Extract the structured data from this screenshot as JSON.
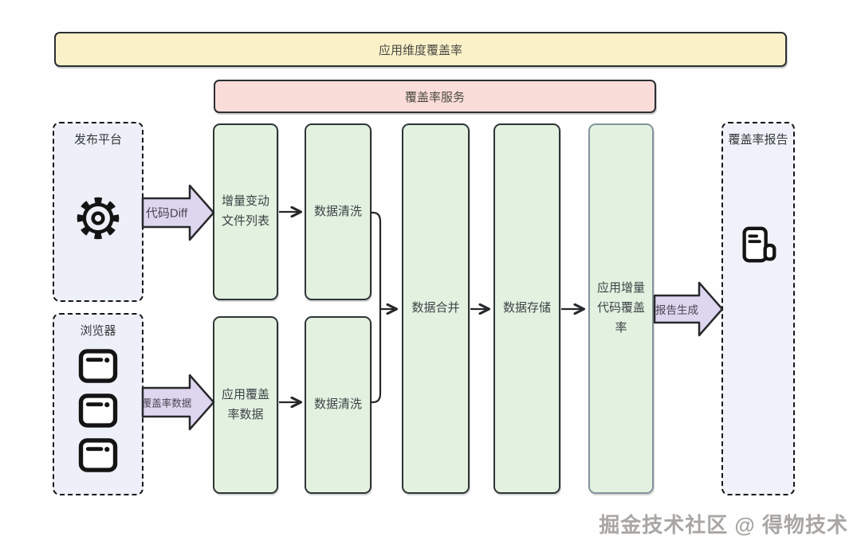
{
  "title_banners": {
    "app_dimension_coverage": "应用维度覆盖率",
    "coverage_service": "覆盖率服务"
  },
  "left_panels": {
    "release_platform": "发布平台",
    "browser": "浏览器"
  },
  "right_panel": {
    "coverage_report": "覆盖率报告"
  },
  "process_boxes": {
    "incremental_change_file_list": "增量变动文件列表",
    "data_clean_top": "数据清洗",
    "app_coverage_data": "应用覆盖率数据",
    "data_clean_bottom": "数据清洗",
    "data_merge": "数据合并",
    "data_storage": "数据存储",
    "app_incremental_code_coverage": "应用增量代码覆盖率"
  },
  "arrow_labels": {
    "code_diff": "代码Diff",
    "coverage_data": "覆盖率数据",
    "report_generation": "报告生成"
  },
  "watermark": "掘金技术社区 @ 得物技术",
  "colors": {
    "banner_yellow": "#fbf1c9",
    "banner_pink": "#fadcd9",
    "process_green": "#e3f1e0",
    "panel_lavender": "#eef0f9",
    "arrow_purple": "#ded5ef",
    "outline_dark": "#2b2f33",
    "gray_box_border": "#84939b"
  }
}
